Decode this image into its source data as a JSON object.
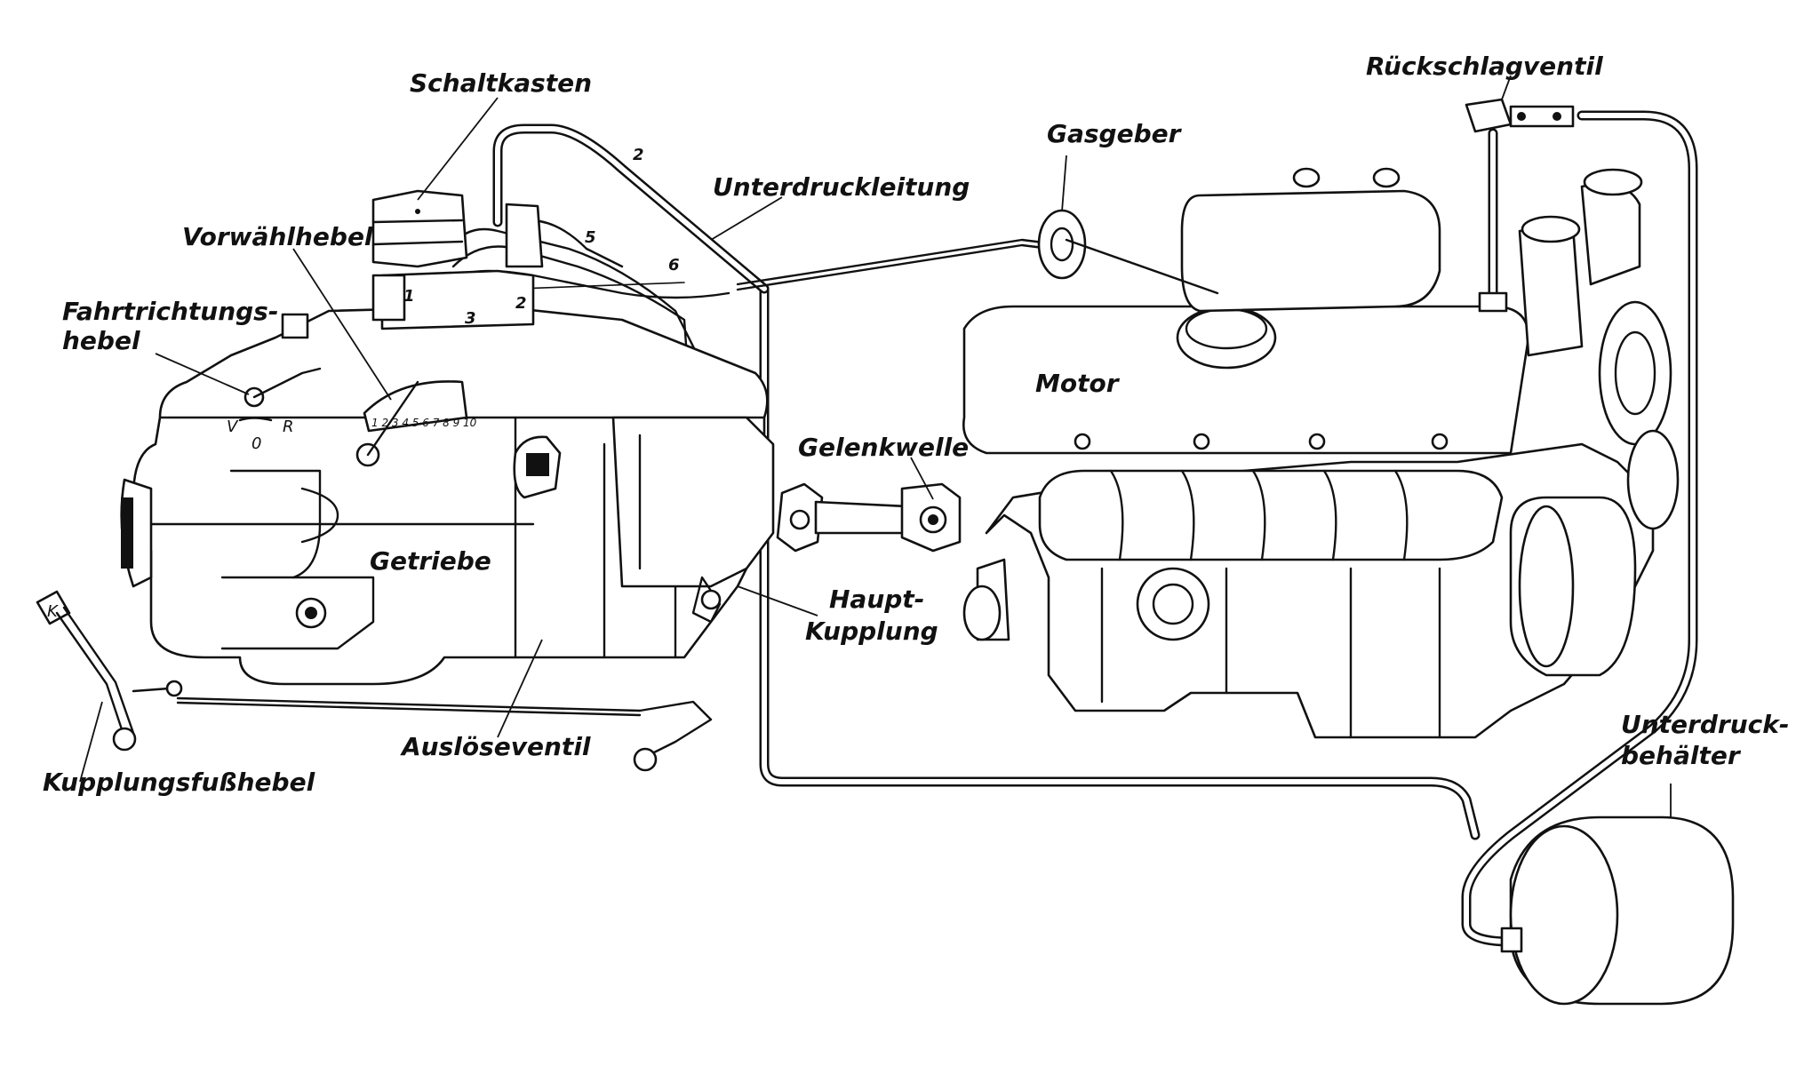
{
  "labels": {
    "schaltkasten": "Schaltkasten",
    "rueckschlagventil": "Rückschlagventil",
    "gasgeber": "Gasgeber",
    "unterdruckleitung": "Unterdruckleitung",
    "vorwaehlhebel": "Vorwählhebel",
    "fahrtrichtungshebel_1": "Fahrtrichtungs-",
    "fahrtrichtungshebel_2": "hebel",
    "motor": "Motor",
    "gelenkwelle": "Gelenkwelle",
    "getriebe": "Getriebe",
    "hauptkupplung_1": "Haupt-",
    "hauptkupplung_2": "Kupplung",
    "ausloeseventil": "Auslöseventil",
    "kupplungsfusshebel": "Kupplungsfußhebel",
    "unterdruckbehaelter_1": "Unterdruck-",
    "unterdruckbehaelter_2": "behälter"
  },
  "line_numbers": {
    "n2a": "2",
    "n5": "5",
    "n6": "6",
    "n3": "3",
    "n2b": "2",
    "n1": "1"
  },
  "lever_marks": {
    "v": "V",
    "zero": "0",
    "r": "R",
    "k": "K",
    "gears": "1 2 3 4 5 6 7 8 9 10"
  },
  "colors": {
    "ink": "#111111",
    "paper": "#ffffff"
  }
}
